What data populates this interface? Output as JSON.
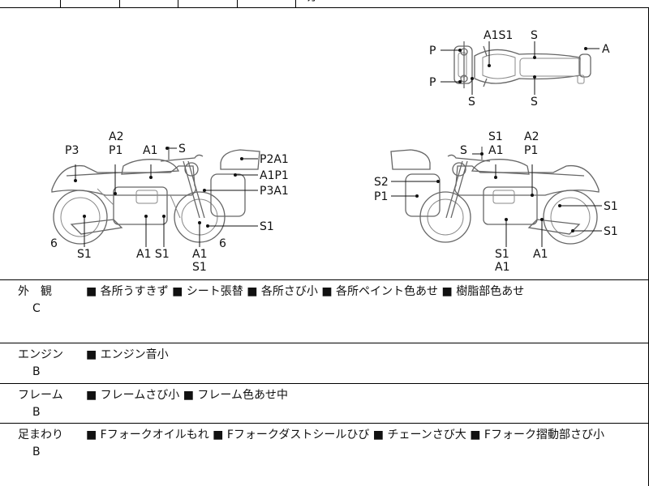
{
  "header_fragment": "ガ",
  "diagram": {
    "top_view": {
      "a1s1": "A1S1",
      "s_top": "S",
      "p_upper": "P",
      "a_right": "A",
      "p_lower": "P",
      "s_lower_left": "S",
      "s_lower_right": "S"
    },
    "left_bike": {
      "a2": "A2",
      "p1": "P1",
      "p3": "P3",
      "a1_tank": "A1",
      "s_mirror": "S",
      "p2a1": "P2A1",
      "a1p1": "A1P1",
      "p3a1": "P3A1",
      "s1_right": "S1",
      "six_left": "6",
      "s1_bottom": "S1",
      "a1s1_bottom": "A1 S1",
      "a1_bottom": "A1",
      "six_right": "6",
      "s1_very_bottom": "S1"
    },
    "right_bike": {
      "s1_top": "S1",
      "a1_top": "A1",
      "s_left": "S",
      "a2": "A2",
      "p1_top": "P1",
      "s2": "S2",
      "p1_left": "P1",
      "s1_right_top": "S1",
      "s1_right_bottom": "S1",
      "s1_bottom": "S1",
      "a1_bottom_right": "A1",
      "a1_bottom": "A1"
    }
  },
  "conditions": [
    {
      "category": "外　観",
      "grade": "C",
      "items": "■ 各所うすきず ■ シート張替 ■ 各所さび小 ■ 各所ペイント色あせ ■ 樹脂部色あせ"
    },
    {
      "category": "エンジン",
      "grade": "B",
      "items": "■ エンジン音小"
    },
    {
      "category": "フレーム",
      "grade": "B",
      "items": "■ フレームさび小 ■ フレーム色あせ中"
    },
    {
      "category": "足まわり",
      "grade": "B",
      "items": "■ Fフォークオイルもれ ■ Fフォークダストシールひび ■ チェーンさび大 ■ Fフォーク摺動部さび小"
    }
  ]
}
